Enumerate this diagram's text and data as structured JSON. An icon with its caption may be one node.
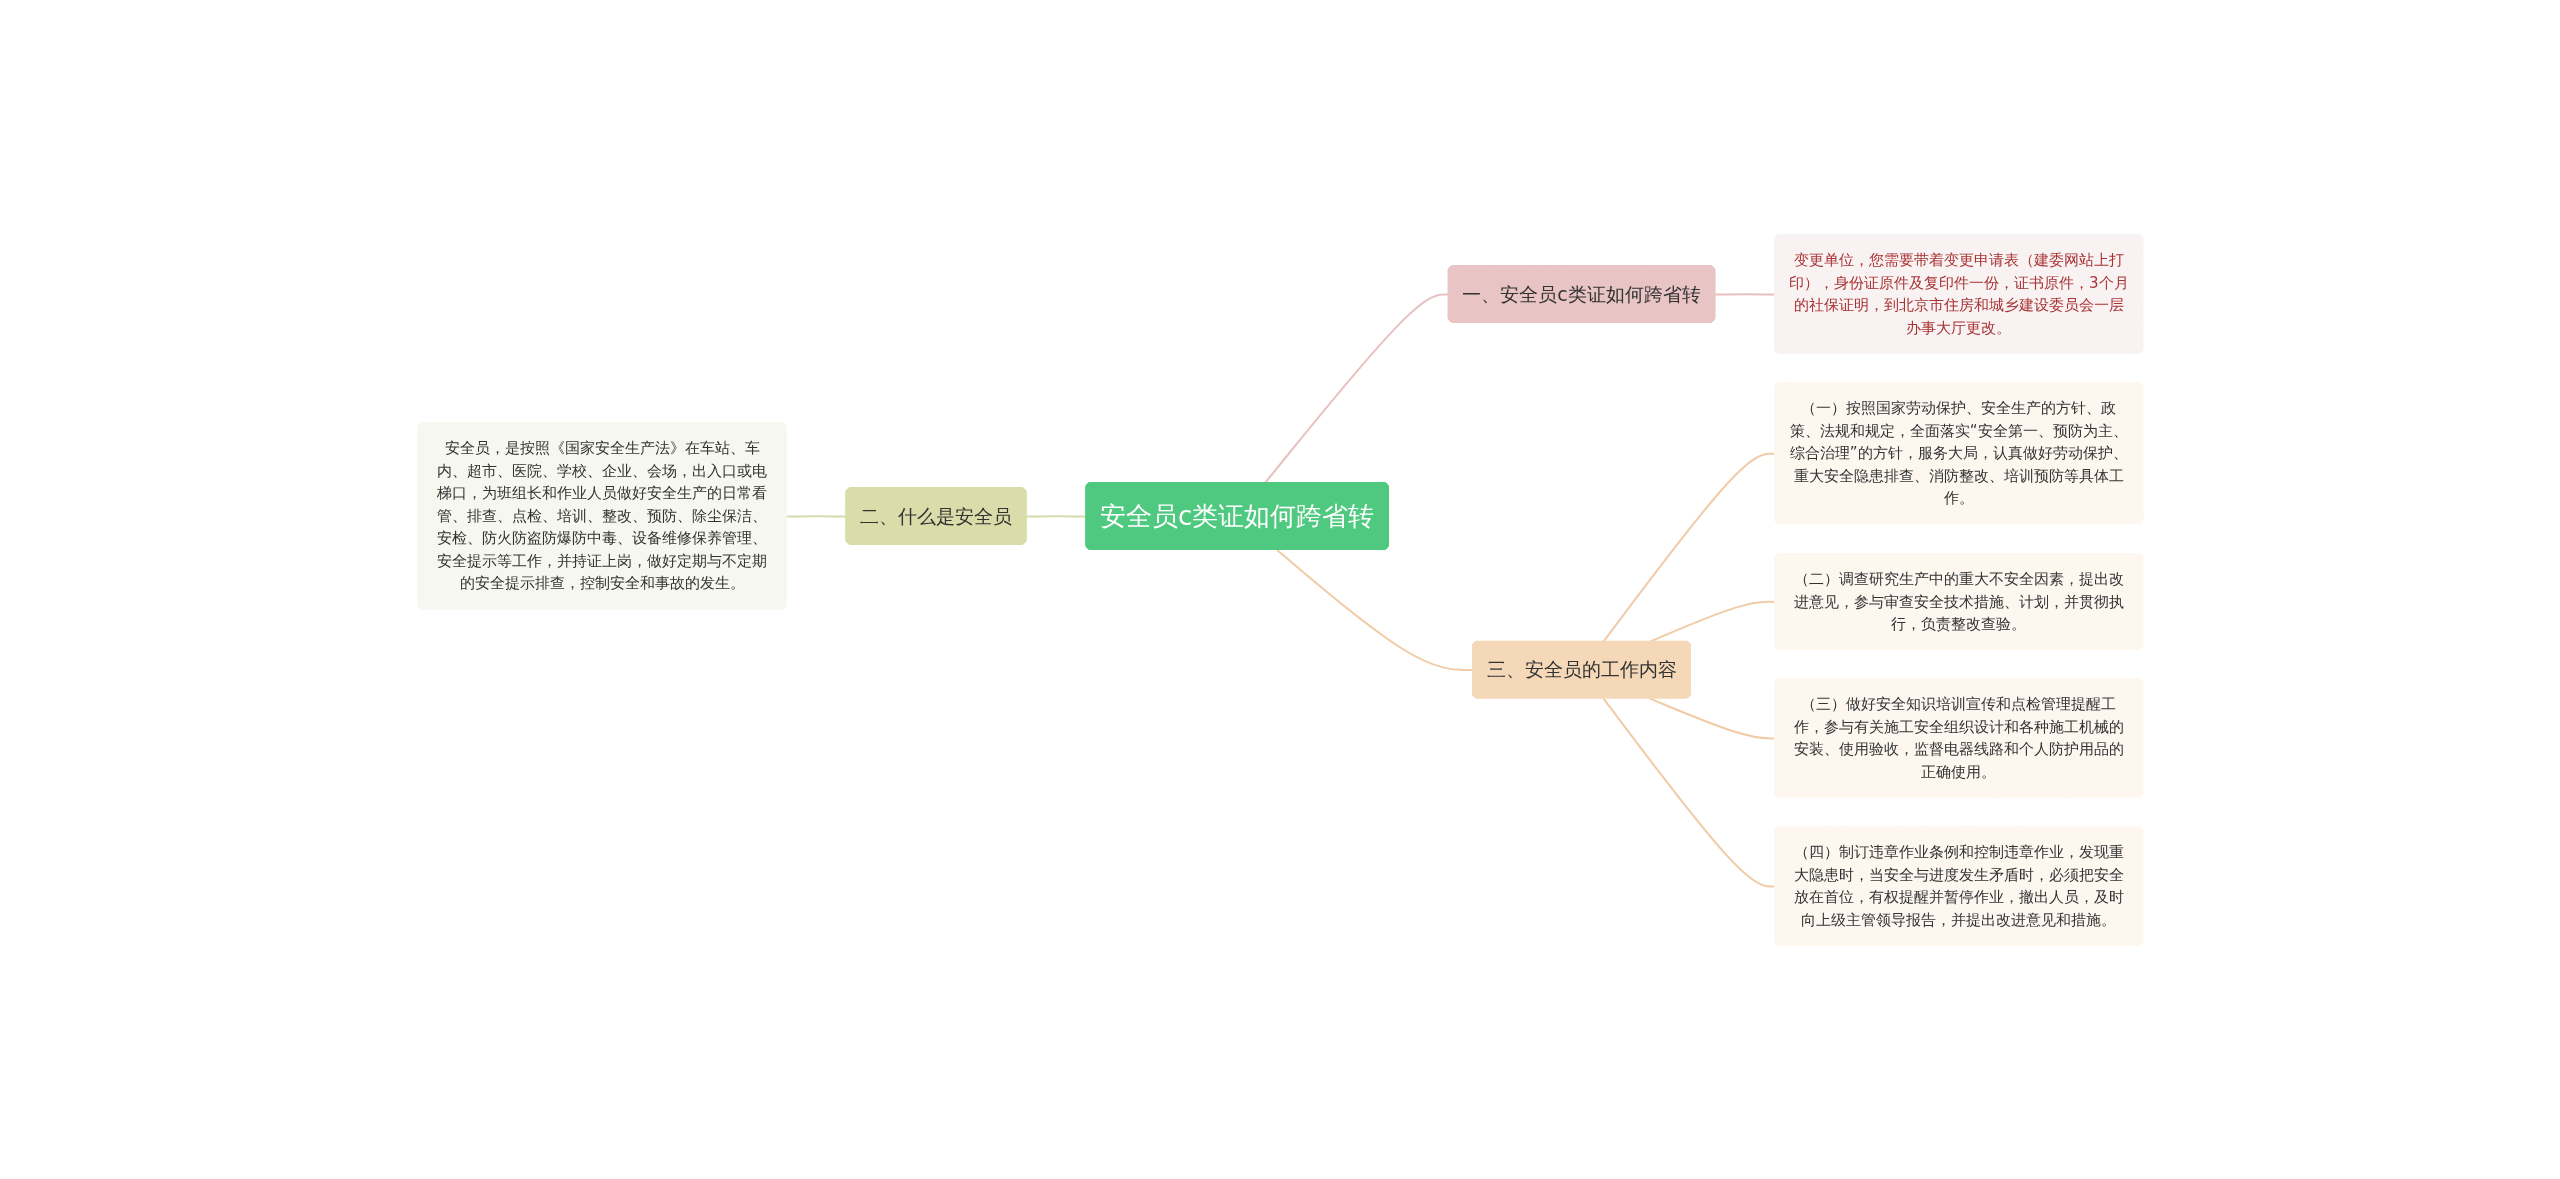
{
  "diagram": {
    "nodes": [
      {
        "text": [
          "安全员c类证如何跨省转"
        ]
      },
      {
        "text": [
          "一、安全员c类证如何跨省转"
        ]
      },
      {
        "text": [
          "变更单位，您需要带着变更申请表（建委网站上打印），身份证原件及复印件一份，证书原件，3个月的社保证明，到北京市住房和城乡建设委员会一层办事大厅更改。"
        ]
      },
      {
        "text": [
          "二、什么是安全员"
        ]
      },
      {
        "text": [
          "安全员，是按照《国家安全生产法》在车站、车内、超市、医院、学校、企业、会场，出入口或电梯口，为班组长和作业人员做好安全生产的日常看管、排查、点检、培训、整改、预防、除尘保洁、安检、防火防盗防爆防中毒、设备维修保养管理、安全提示等工作，并持证上岗，做好定期与不定期的安全提示排查，控制安全和事故的发生。"
        ]
      },
      {
        "text": [
          "三、安全员的工作内容"
        ]
      },
      {
        "text": [
          "（一）按照国家劳动保护、安全生产的方针、政策、法规和规定，全面落实“安全第一、预防为主、综合治理”的方针，服务大局，认真做好劳动保护、重大安全隐患排查、消防整改、培训预防等具体工作。"
        ]
      },
      {
        "text": [
          "（二）调查研究生产中的重大不安全因素，提出改进意见，参与审查安全技术措施、计划，并贯彻执行，负责整改查验。"
        ]
      },
      {
        "text": [
          "（三）做好安全知识培训宣传和点检管理提醒工作，参与有关施工安全组织设计和各种施工机械的安装、使用验收，监督电器线路和个人防护用品的正确使用。"
        ]
      },
      {
        "text": [
          "（四）制订违章作业条例和控制违章作业，发现重大隐患时，当安全与进度发生矛盾时，必须把安全放在首位，有权提醒并暂停作业，撤出人员，及时向上级主管领导报告，并提出改进意见和措施。"
        ]
      }
    ],
    "edges": [
      {
        "from": 4,
        "to": 3,
        "arrow": "none",
        "color": "#d6dcae"
      },
      {
        "from": 3,
        "to": 0,
        "arrow": "none",
        "color": "#d6dcae"
      },
      {
        "from": 0,
        "to": 1,
        "arrow": "none",
        "color": "#e8c0c0"
      },
      {
        "from": 1,
        "to": 2,
        "arrow": "none",
        "color": "#e8c0c0"
      },
      {
        "from": 0,
        "to": 5,
        "arrow": "none"
      },
      {
        "from": 5,
        "to": 6,
        "arrow": "none"
      },
      {
        "from": 5,
        "to": 7,
        "arrow": "none"
      },
      {
        "from": 5,
        "to": 8,
        "arrow": "none"
      },
      {
        "from": 5,
        "to": 9,
        "arrow": "none"
      }
    ]
  }
}
